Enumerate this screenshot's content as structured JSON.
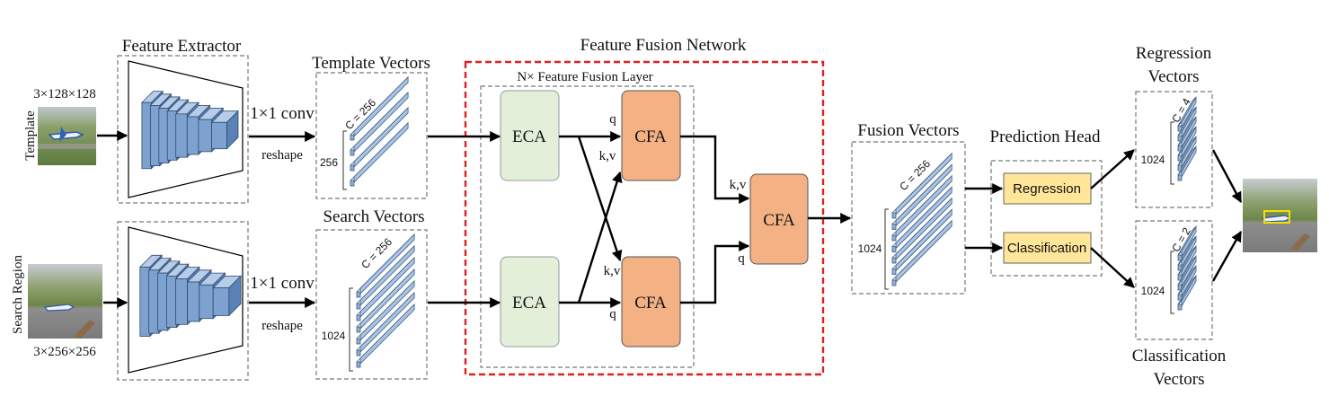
{
  "titles": {
    "feature_extractor": "Feature Extractor",
    "template_vectors": "Template Vectors",
    "search_vectors": "Search Vectors",
    "feature_fusion_network": "Feature Fusion Network",
    "fusion_layer": "N× Feature Fusion Layer",
    "fusion_vectors": "Fusion Vectors",
    "prediction_head": "Prediction Head",
    "regression_vectors_1": "Regression",
    "regression_vectors_2": "Vectors",
    "classification_vectors_1": "Classification",
    "classification_vectors_2": "Vectors"
  },
  "inputs": {
    "template_label": "Template",
    "template_size": "3×128×128",
    "search_label": "Search Region",
    "search_size": "3×256×256"
  },
  "ops": {
    "conv_top": "1×1 conv",
    "reshape_top": "reshape",
    "conv_bottom": "1×1 conv",
    "reshape_bottom": "reshape"
  },
  "vectors": {
    "template_c": "C = 256",
    "template_n": "256",
    "search_c": "C = 256",
    "search_n": "1024",
    "fusion_c": "C = 256",
    "fusion_n": "1024",
    "regression_c": "C = 4",
    "regression_n": "1024",
    "classification_c": "C = 2",
    "classification_n": "1024"
  },
  "blocks": {
    "eca_top": "ECA",
    "eca_bottom": "ECA",
    "cfa_top": "CFA",
    "cfa_bottom": "CFA",
    "cfa_final": "CFA",
    "regression": "Regression",
    "classification": "Classification"
  },
  "edge_labels": {
    "q_top": "q",
    "kv_top": "k,v",
    "kv_bottom": "k,v",
    "q_bottom": "q",
    "kv_final": "k,v",
    "q_final": "q"
  },
  "colors": {
    "eca_fill": "#e2efd9",
    "cfa_fill": "#f4b183",
    "head_fill": "#ffe699",
    "vector_fill": "#a9c4e4",
    "fusion_border": "#e02020"
  }
}
